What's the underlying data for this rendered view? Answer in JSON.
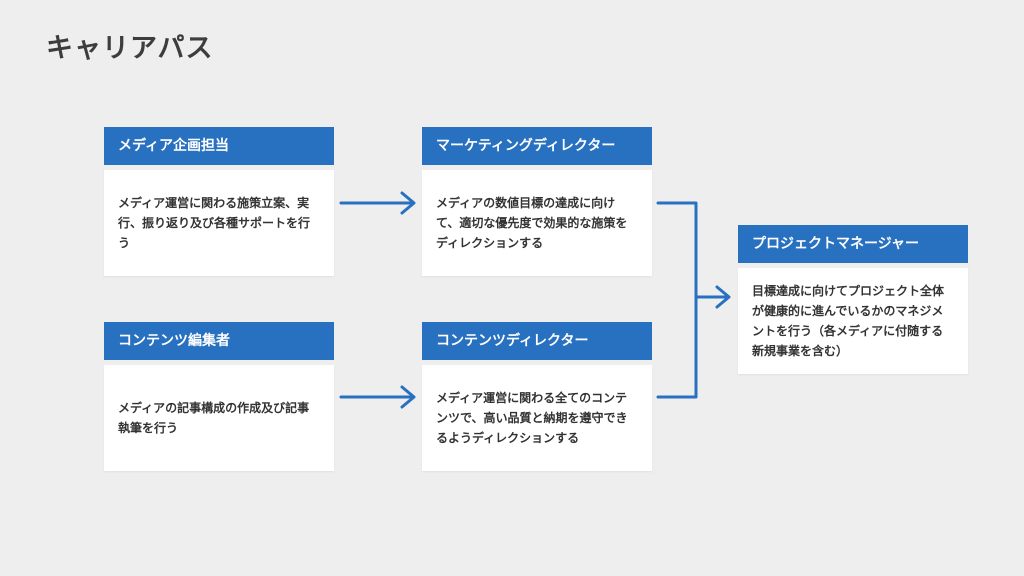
{
  "title": "キャリアパス",
  "accent_color": "#2870c0",
  "nodes": {
    "media_planning": {
      "header": "メディア企画担当",
      "body": "メディア運営に関わる施策立案、実行、振り返り及び各種サポートを行う"
    },
    "marketing_director": {
      "header": "マーケティングディレクター",
      "body": "メディアの数値目標の達成に向けて、適切な優先度で効果的な施策をディレクションする"
    },
    "content_editor": {
      "header": "コンテンツ編集者",
      "body": "メディアの記事構成の作成及び記事執筆を行う"
    },
    "content_director": {
      "header": "コンテンツディレクター",
      "body": "メディア運営に関わる全てのコンテンツで、高い品質と納期を遵守できるようディレクションする"
    },
    "project_manager": {
      "header": "プロジェクトマネージャー",
      "body": "目標達成に向けてプロジェクト全体が健康的に進んでいるかのマネジメントを行う（各メディアに付随する新規事業を含む）"
    }
  },
  "edges": [
    {
      "from": "media_planning",
      "to": "marketing_director"
    },
    {
      "from": "content_editor",
      "to": "content_director"
    },
    {
      "from": "marketing_director",
      "to": "project_manager"
    },
    {
      "from": "content_director",
      "to": "project_manager"
    }
  ]
}
